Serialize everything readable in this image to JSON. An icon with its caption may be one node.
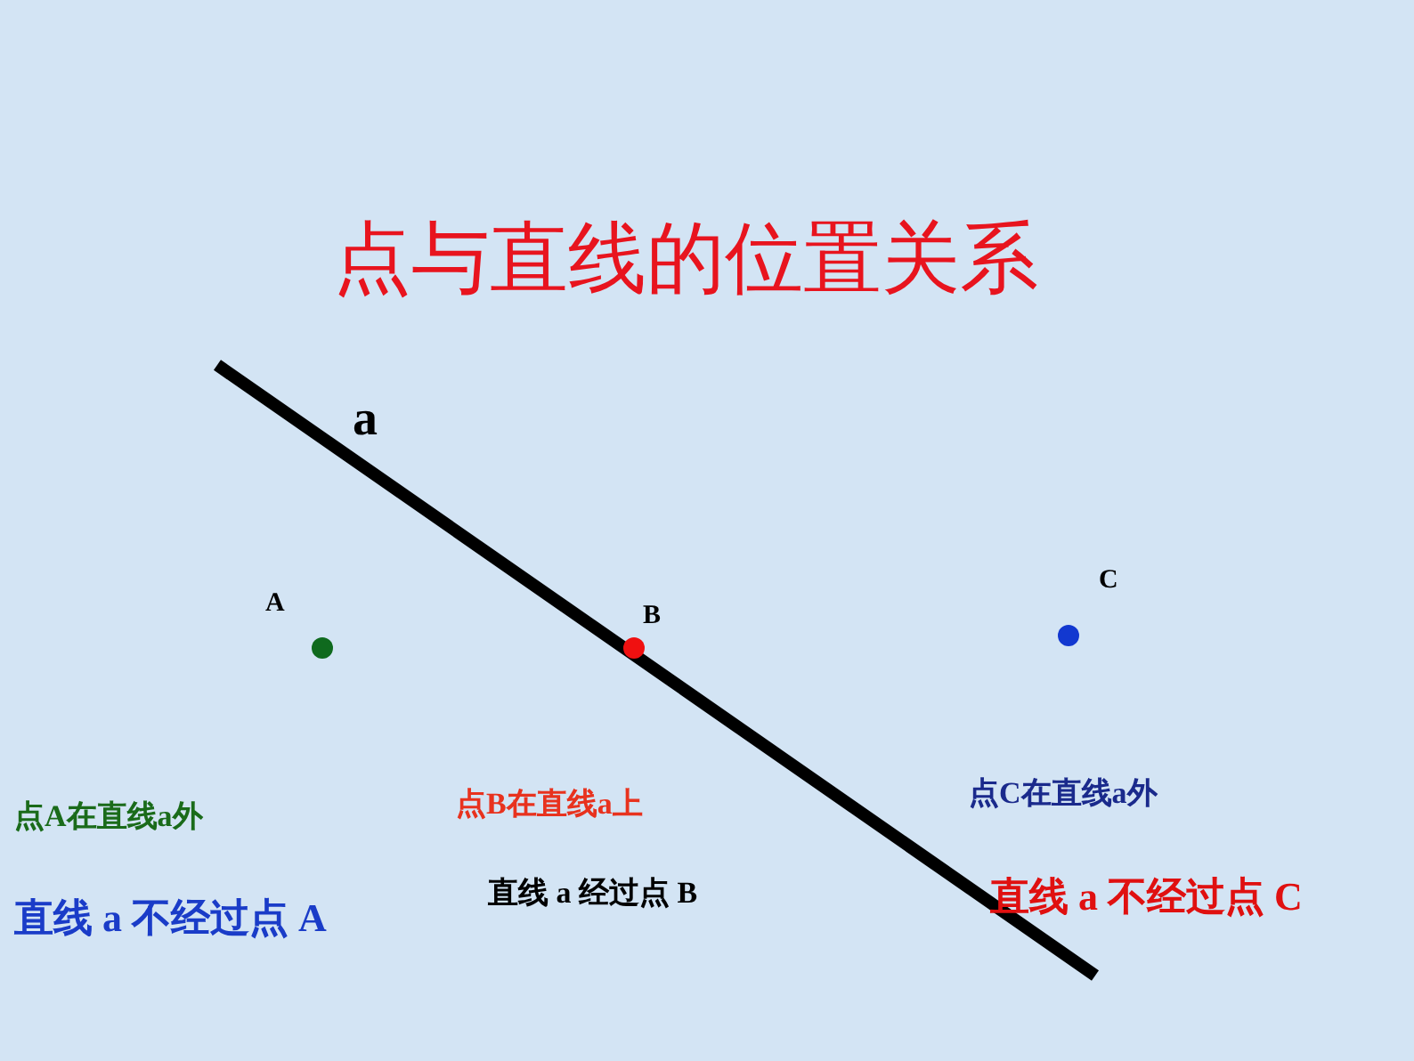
{
  "diagram": {
    "title": "点与直线的位置关系",
    "labels": [
      "a",
      "A",
      "B",
      "C",
      "点A在直线a外",
      "点B在直线a上",
      "点C在直线a外",
      "直线 a 不经过点 A",
      "直线 a 经过点 B",
      "直线 a 不经过点 C"
    ]
  }
}
